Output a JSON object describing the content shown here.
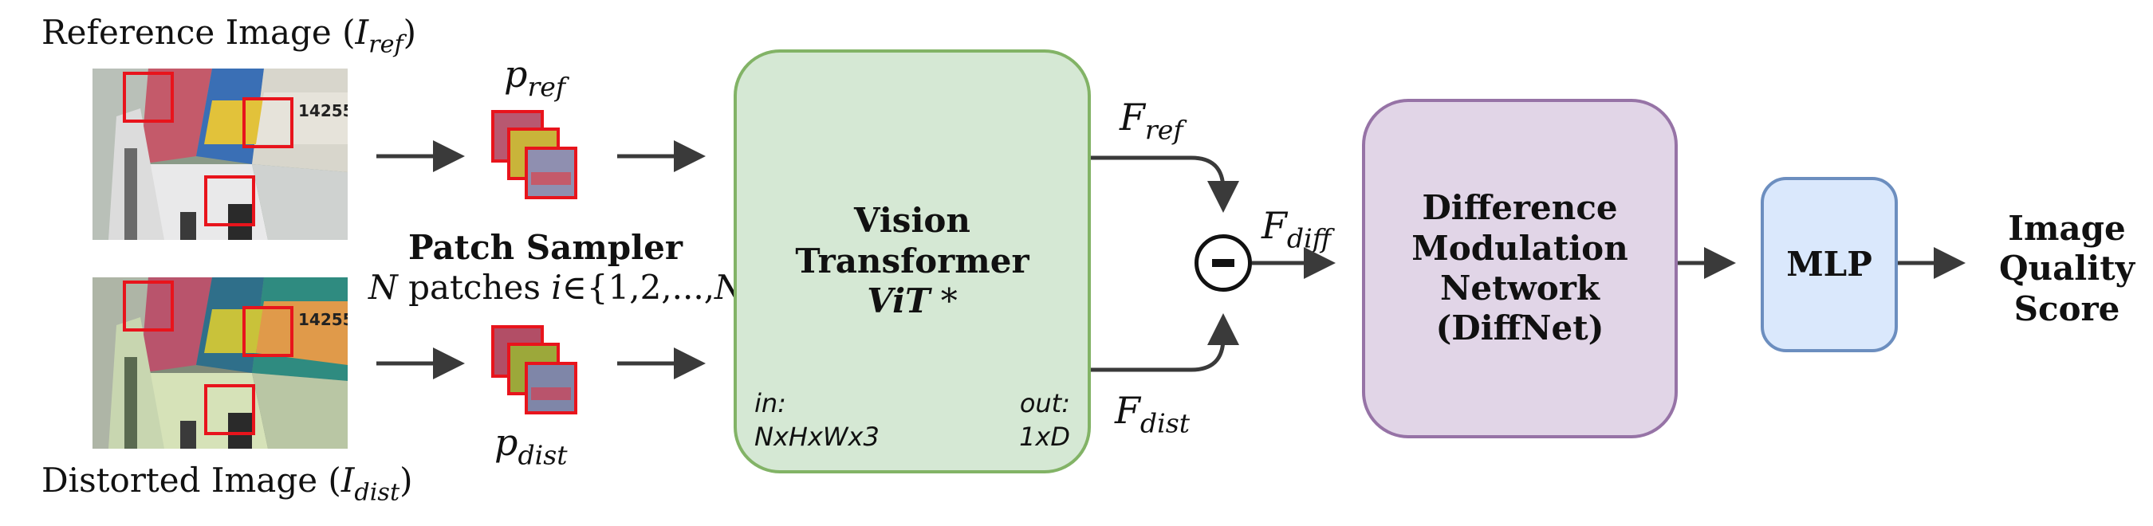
{
  "inputs": {
    "reference_label": "Reference Image (",
    "reference_symbol": "I",
    "reference_sub": "ref",
    "distorted_label": "Distorted Image (",
    "distorted_symbol": "I",
    "distorted_sub": "dist",
    "close_paren": ")"
  },
  "patches": {
    "ref_symbol": "p",
    "ref_sub": "ref",
    "dist_symbol": "p",
    "dist_sub": "dist",
    "sampler_title": "Patch Sampler",
    "sampler_n": "N",
    "sampler_text": " patches ",
    "sampler_i": "i",
    "sampler_set": "∈{1,2,...,",
    "sampler_n2": "N",
    "sampler_close": "}"
  },
  "vit": {
    "line1": "Vision",
    "line2": "Transformer",
    "line3": "ViT",
    "star": " *",
    "in_label": "in:",
    "in_value": "NxHxWx3",
    "out_label": "out:",
    "out_value": "1xD"
  },
  "features": {
    "f_ref": "F",
    "f_ref_sub": "ref",
    "f_dist": "F",
    "f_dist_sub": "dist",
    "f_diff": "F",
    "f_diff_sub": "diff"
  },
  "diffnet": {
    "line1": "Difference",
    "line2": "Modulation",
    "line3": "Network",
    "line4": "(DiffNet)"
  },
  "mlp": {
    "label": "MLP"
  },
  "output": {
    "line1": "Image",
    "line2": "Quality",
    "line3": "Score"
  },
  "colors": {
    "vit_fill": "#d5e8d4",
    "vit_border": "#82b366",
    "diffnet_fill": "#e1d5e7",
    "diffnet_border": "#9673a6",
    "mlp_fill": "#dae8fc",
    "mlp_border": "#6c8ebf",
    "patch_box": "#e8141c",
    "arrow": "#3a3a3a"
  }
}
